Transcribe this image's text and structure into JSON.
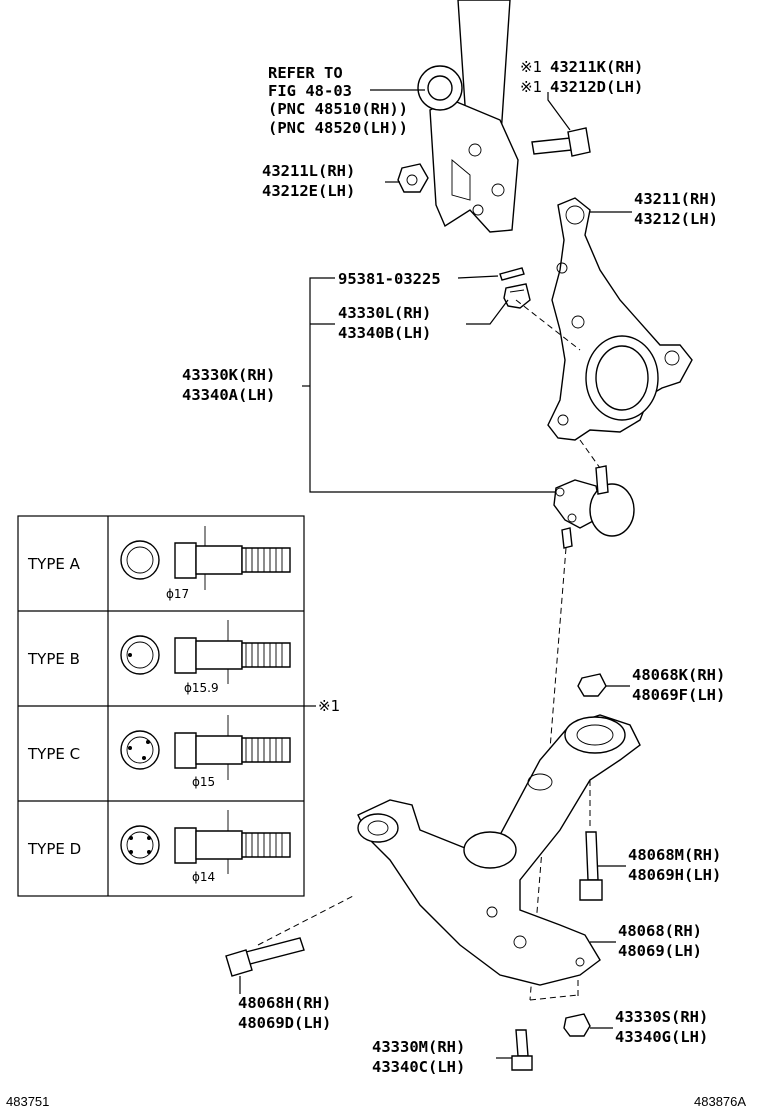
{
  "refer_note": {
    "line1": "REFER TO",
    "line2": "FIG 48-03",
    "line3": "(PNC 48510(RH))",
    "line4": "(PNC 48520(LH))"
  },
  "callouts": {
    "bolt_top": {
      "mark": "※1",
      "rh": "43211K(RH)",
      "lh": "43212D(LH)"
    },
    "nut_top": {
      "rh": "43211L(RH)",
      "lh": "43212E(LH)"
    },
    "knuckle": {
      "rh": "43211(RH)",
      "lh": "43212(LH)"
    },
    "cotter_pin": {
      "code": "95381-03225"
    },
    "castle_nut": {
      "rh": "43330L(RH)",
      "lh": "43340B(LH)"
    },
    "ball_joint": {
      "rh": "43330K(RH)",
      "lh": "43340A(LH)"
    },
    "arm_nut": {
      "rh": "48068K(RH)",
      "lh": "48069F(LH)"
    },
    "arm_bolt_rear": {
      "rh": "48068M(RH)",
      "lh": "48069H(LH)"
    },
    "lower_arm": {
      "rh": "48068(RH)",
      "lh": "48069(LH)"
    },
    "arm_bolt_front": {
      "rh": "48068H(RH)",
      "lh": "48069D(LH)"
    },
    "joint_nut": {
      "rh": "43330S(RH)",
      "lh": "43340G(LH)"
    },
    "joint_bolt": {
      "rh": "43330M(RH)",
      "lh": "43340C(LH)"
    }
  },
  "bolt_types": {
    "mark": "※1",
    "rows": [
      {
        "name": "TYPE  A",
        "dim": "ϕ17"
      },
      {
        "name": "TYPE  B",
        "dim": "ϕ15.9"
      },
      {
        "name": "TYPE  C",
        "dim": "ϕ15"
      },
      {
        "name": "TYPE  D",
        "dim": "ϕ14"
      }
    ]
  },
  "footer": {
    "left_code": "483751",
    "right_code": "483876A"
  }
}
